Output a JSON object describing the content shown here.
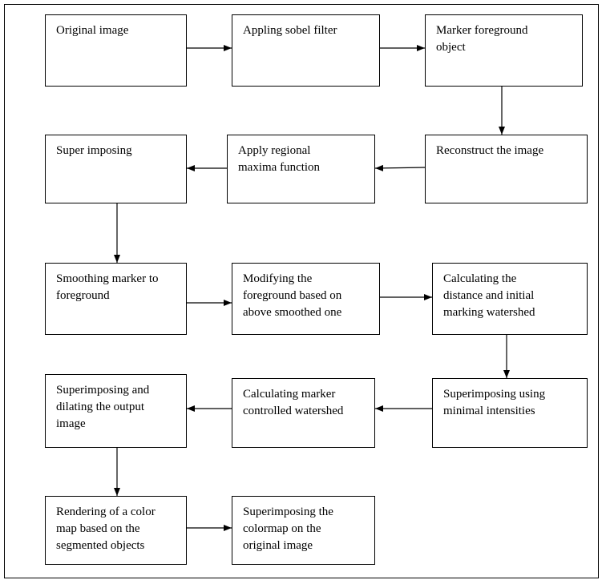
{
  "diagram": {
    "nodes": [
      {
        "id": "original-image",
        "label": "Original image"
      },
      {
        "id": "appling-sobel-filter",
        "label": "Appling sobel filter"
      },
      {
        "id": "marker-foreground-object",
        "label": "Marker foreground\nobject"
      },
      {
        "id": "reconstruct-the-image",
        "label": "Reconstruct the image"
      },
      {
        "id": "apply-regional-maxima",
        "label": "Apply regional\nmaxima function"
      },
      {
        "id": "super-imposing",
        "label": "Super imposing"
      },
      {
        "id": "smoothing-marker",
        "label": "Smoothing marker to\nforeground"
      },
      {
        "id": "modifying-foreground",
        "label": "Modifying the\nforeground based on\nabove smoothed one"
      },
      {
        "id": "calculating-distance",
        "label": "Calculating the\ndistance and initial\nmarking watershed"
      },
      {
        "id": "superimposing-minimal",
        "label": "Superimposing using\nminimal intensities"
      },
      {
        "id": "calculating-marker-watershed",
        "label": "Calculating marker\ncontrolled watershed"
      },
      {
        "id": "superimposing-dilating",
        "label": "Superimposing and\ndilating the output\nimage"
      },
      {
        "id": "rendering-colormap",
        "label": "Rendering of a  color\nmap based on the\nsegmented objects"
      },
      {
        "id": "superimposing-colormap",
        "label": "Superimposing the\ncolormap on the\noriginal image"
      }
    ],
    "edges": [
      {
        "from": "original-image",
        "to": "appling-sobel-filter"
      },
      {
        "from": "appling-sobel-filter",
        "to": "marker-foreground-object"
      },
      {
        "from": "marker-foreground-object",
        "to": "reconstruct-the-image"
      },
      {
        "from": "reconstruct-the-image",
        "to": "apply-regional-maxima"
      },
      {
        "from": "apply-regional-maxima",
        "to": "super-imposing"
      },
      {
        "from": "super-imposing",
        "to": "smoothing-marker"
      },
      {
        "from": "smoothing-marker",
        "to": "modifying-foreground"
      },
      {
        "from": "modifying-foreground",
        "to": "calculating-distance"
      },
      {
        "from": "calculating-distance",
        "to": "superimposing-minimal"
      },
      {
        "from": "superimposing-minimal",
        "to": "calculating-marker-watershed"
      },
      {
        "from": "calculating-marker-watershed",
        "to": "superimposing-dilating"
      },
      {
        "from": "superimposing-dilating",
        "to": "rendering-colormap"
      },
      {
        "from": "rendering-colormap",
        "to": "superimposing-colormap"
      }
    ]
  }
}
